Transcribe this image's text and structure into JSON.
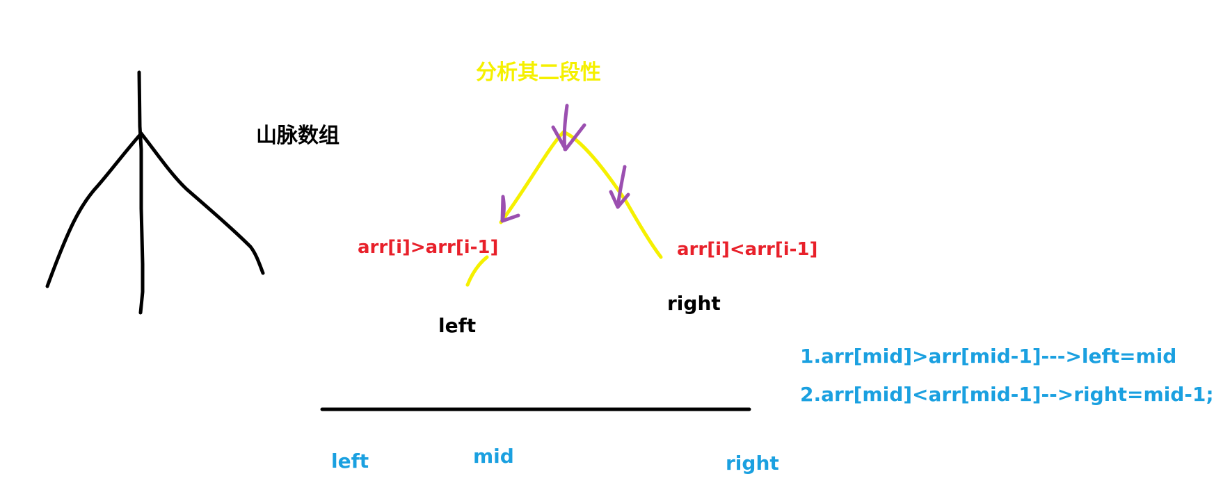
{
  "title": "山脉数组",
  "heading": "分析其二段性",
  "conditions": {
    "ascending": "arr[i]>arr[i-1]",
    "descending": "arr[i]<arr[i-1]"
  },
  "curve_labels": {
    "left": "left",
    "right": "right"
  },
  "axis_labels": {
    "left": "left",
    "mid": "mid",
    "right": "right"
  },
  "rules": [
    "1.arr[mid]>arr[mid-1]--->left=mid",
    "2.arr[mid]<arr[mid-1]-->right=mid-1;"
  ],
  "colors": {
    "ink": "#000000",
    "curve": "#f5f000",
    "arrows": "#9b4fb0",
    "condition_text": "#e8202a",
    "blue_text": "#1aa0e0"
  }
}
